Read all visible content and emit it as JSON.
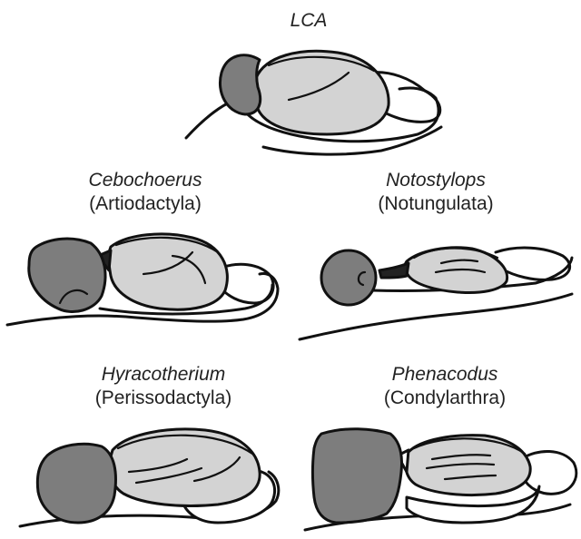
{
  "colors": {
    "olfactory_bulb": "#7d7d7d",
    "cerebrum": "#d3d3d3",
    "cerebellum": "#ffffff",
    "stroke": "#111111",
    "text": "#222222"
  },
  "panels": {
    "lca": {
      "genus": "LCA"
    },
    "cebochoerus": {
      "genus": "Cebochoerus",
      "order": "(Artiodactyla)"
    },
    "notostylops": {
      "genus": "Notostylops",
      "order": "(Notungulata)"
    },
    "hyracotherium": {
      "genus": "Hyracotherium",
      "order": "(Perissodactyla)"
    },
    "phenacodus": {
      "genus": "Phenacodus",
      "order": "(Condylarthra)"
    }
  }
}
